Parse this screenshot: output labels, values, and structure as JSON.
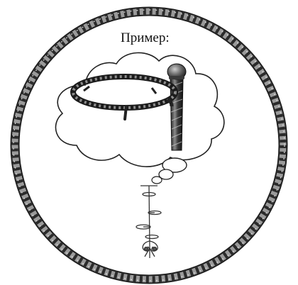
{
  "header": {
    "example_label": "Пример:"
  },
  "colors": {
    "rope_dark": "#2a2a2a",
    "rope_light": "#bdbdbd",
    "metal_dark": "#333333",
    "metal_mid": "#777777",
    "background": "#ffffff"
  },
  "icons": {
    "frame": "rope-ring",
    "bubble": "thought-cloud",
    "product": "wrought-iron-ring-holder",
    "stand": "multi-tier-plant-stand"
  }
}
